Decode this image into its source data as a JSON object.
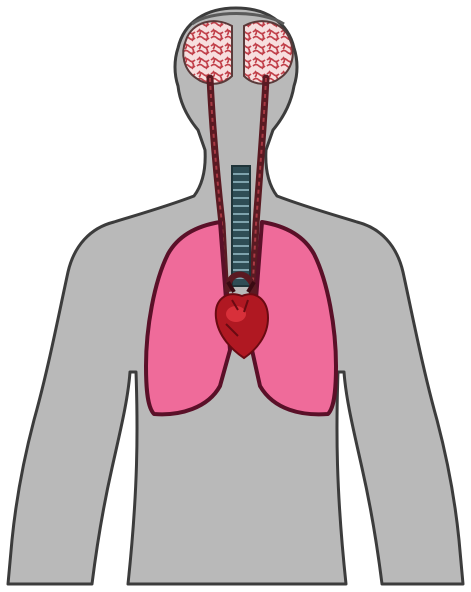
{
  "figure": {
    "description_title": "",
    "colors": {
      "body_fill": "#b9b9b9",
      "body_outline": "#3c3c3c",
      "lung_fill": "#ef6b9a",
      "lung_outline": "#5a1028",
      "brain_fill": "#f7dede",
      "brain_vessel": "#b0303a",
      "vessel_dark": "#5a1a22",
      "heart_fill": "#b01822",
      "heart_highlight": "#d8303a",
      "trachea_fill": "#2f4d55",
      "trachea_ring": "#7fa3ad"
    },
    "parts": [
      "head",
      "brain-left-hemisphere",
      "brain-right-hemisphere",
      "neck-vessels",
      "trachea",
      "left-lung",
      "right-lung",
      "heart",
      "torso",
      "left-arm",
      "right-arm"
    ]
  }
}
